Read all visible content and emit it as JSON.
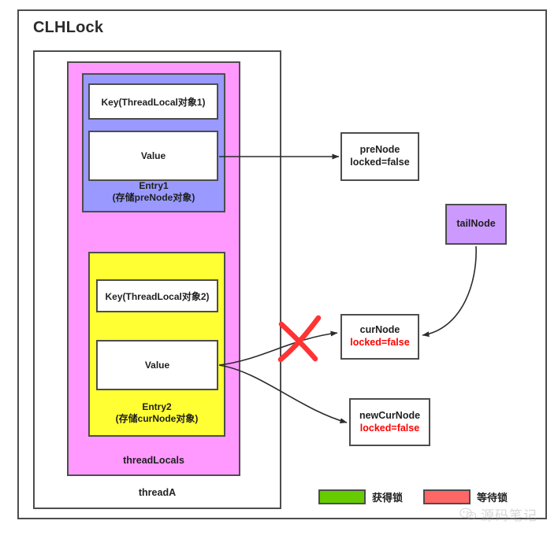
{
  "diagram": {
    "title": "CLHLock",
    "thread": {
      "label": "threadA",
      "thread_locals_label": "threadLocals"
    },
    "entries": [
      {
        "name": "Entry1",
        "caption_line1": "Entry1",
        "caption_line2": "(存储preNode对象)",
        "key_label": "Key(ThreadLocal对象1)",
        "value_label": "Value",
        "fill": "#9999ff"
      },
      {
        "name": "Entry2",
        "caption_line1": "Entry2",
        "caption_line2": "(存储curNode对象)",
        "key_label": "Key(ThreadLocal对象2)",
        "value_label": "Value",
        "fill": "#ffff33"
      }
    ],
    "nodes": [
      {
        "id": "preNode",
        "line1": "preNode",
        "line2": "locked=false",
        "line2_color": "#1f1f1f",
        "fill": "#ffffff"
      },
      {
        "id": "curNode",
        "line1": "curNode",
        "line2": "locked=false",
        "line2_color": "#ff0000",
        "fill": "#ffffff"
      },
      {
        "id": "newCurNode",
        "line1": "newCurNode",
        "line2": "locked=false",
        "line2_color": "#ff0000",
        "fill": "#ffffff"
      },
      {
        "id": "tailNode",
        "line1": "tailNode",
        "fill": "#cc99ff"
      }
    ],
    "annotations": {
      "cross_out_color": "#ff3333",
      "cross_out_target": "curNode"
    },
    "legend": [
      {
        "label": "获得锁",
        "color": "#66cc00"
      },
      {
        "label": "等待锁",
        "color": "#ff6666"
      }
    ],
    "watermark": {
      "text": "源码笔记"
    },
    "colors": {
      "stroke": "#4d4d4d",
      "thread_locals_fill": "#ff99ff",
      "red_text": "#ff0000"
    }
  }
}
